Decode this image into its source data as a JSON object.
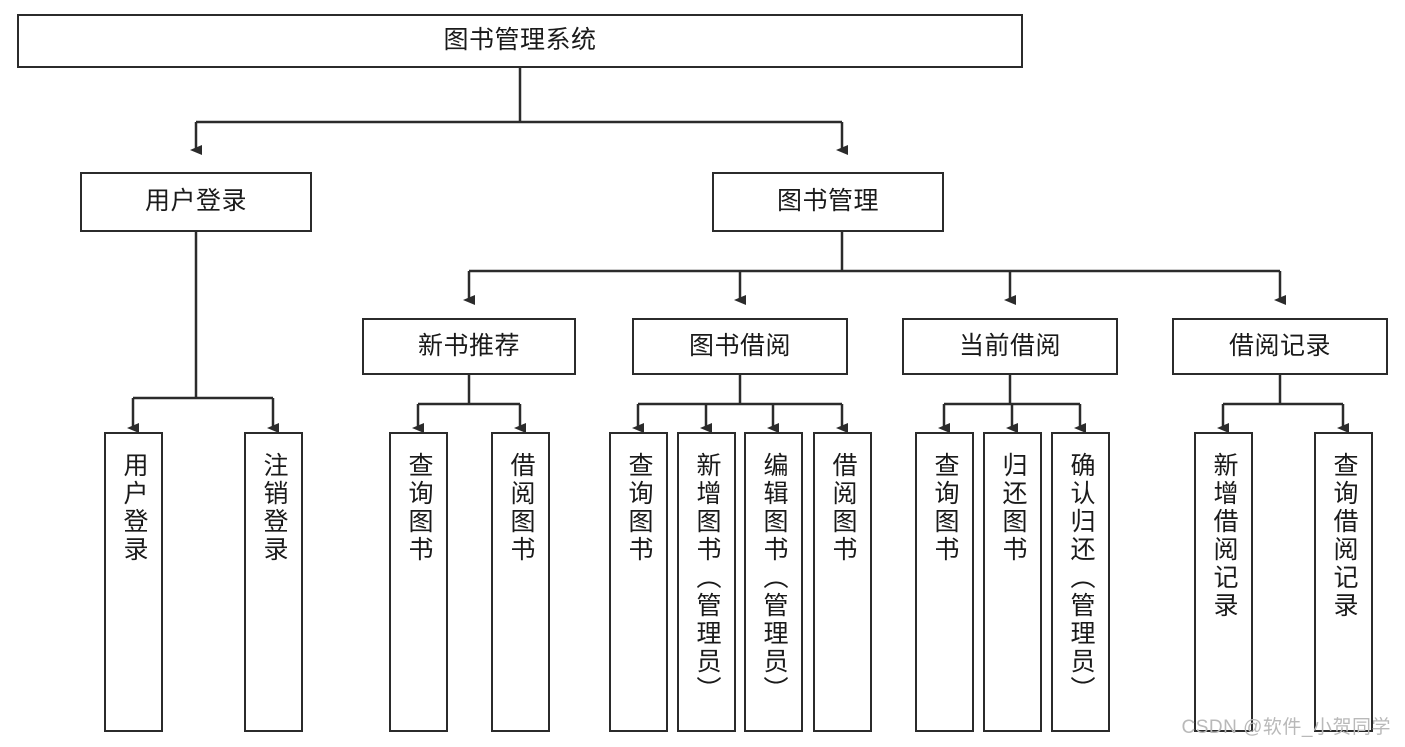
{
  "diagram": {
    "title": "图书管理系统",
    "type": "hierarchy-tree",
    "watermark": "CSDN @软件_小贺同学",
    "colors": {
      "stroke": "#2b2b2b",
      "fill": "#ffffff",
      "text": "#1a1a1a",
      "watermark": "#b9b9b9"
    },
    "nodes": {
      "root": {
        "label": "图书管理系统"
      },
      "level1": [
        {
          "id": "user-login",
          "label": "用户登录"
        },
        {
          "id": "book-manage",
          "label": "图书管理"
        }
      ],
      "level2": [
        {
          "id": "new-book-rec",
          "label": "新书推荐"
        },
        {
          "id": "book-borrow",
          "label": "图书借阅"
        },
        {
          "id": "current-borrow",
          "label": "当前借阅"
        },
        {
          "id": "borrow-record",
          "label": "借阅记录"
        }
      ],
      "leaves": {
        "user-login": [
          {
            "id": "leaf-user-login",
            "label": "用户登录"
          },
          {
            "id": "leaf-logout",
            "label": "注销登录"
          }
        ],
        "new-book-rec": [
          {
            "id": "leaf-query-book-1",
            "label": "查询图书"
          },
          {
            "id": "leaf-borrow-book-1",
            "label": "借阅图书"
          }
        ],
        "book-borrow": [
          {
            "id": "leaf-query-book-2",
            "label": "查询图书"
          },
          {
            "id": "leaf-add-book",
            "label": "新增图书（管理员）"
          },
          {
            "id": "leaf-edit-book",
            "label": "编辑图书（管理员）"
          },
          {
            "id": "leaf-borrow-book-2",
            "label": "借阅图书"
          }
        ],
        "current-borrow": [
          {
            "id": "leaf-query-book-3",
            "label": "查询图书"
          },
          {
            "id": "leaf-return-book",
            "label": "归还图书"
          },
          {
            "id": "leaf-confirm-return",
            "label": "确认归还（管理员）"
          }
        ],
        "borrow-record": [
          {
            "id": "leaf-add-record",
            "label": "新增借阅记录"
          },
          {
            "id": "leaf-query-record",
            "label": "查询借阅记录"
          }
        ]
      }
    }
  }
}
